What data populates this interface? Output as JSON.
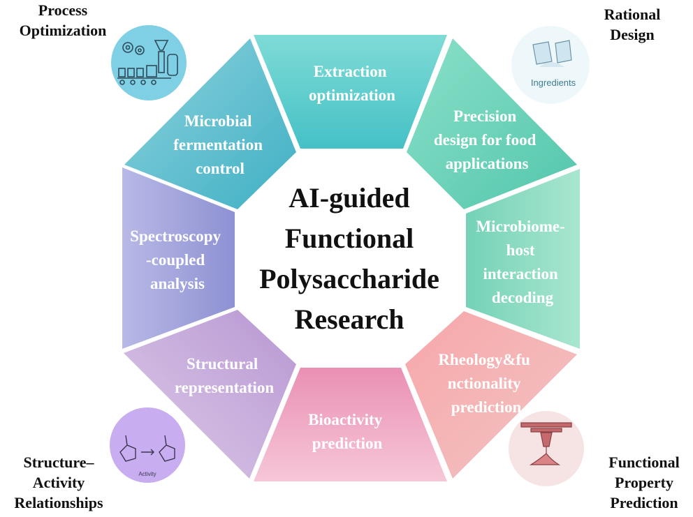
{
  "corners": {
    "top_left": [
      "Process",
      "Optimization"
    ],
    "top_right": [
      "Rational",
      "Design"
    ],
    "bottom_left": [
      "Structure–",
      "Activity",
      "Relationships"
    ],
    "bottom_right": [
      "Functional",
      "Property",
      "Prediction"
    ]
  },
  "center": [
    "AI-guided",
    "Functional",
    "Polysaccharide",
    "Research"
  ],
  "segments": {
    "top": [
      "Extraction",
      "optimization"
    ],
    "top_right": [
      "Precision",
      "design for food",
      "applications"
    ],
    "right": [
      "Microbiome-",
      "host",
      "interaction",
      "decoding"
    ],
    "bottom_right": [
      "Rheology&fu",
      "nctionality",
      "prediction"
    ],
    "bottom": [
      "Bioactivity",
      "prediction"
    ],
    "bottom_left": [
      "Structural",
      "representation"
    ],
    "left": [
      "Spectroscopy",
      "-coupled",
      "analysis"
    ],
    "top_left": [
      "Microbial",
      "fermentation",
      "control"
    ]
  },
  "icons": {
    "ingredients_label": "Ingredients",
    "activity_label": "Activity"
  },
  "colors": {
    "top": "#6fd3cf",
    "top_right": "#79d6bf",
    "right": "#8fdcc2",
    "bottom_right": "#f4a3a8",
    "bottom": "#eeaac4",
    "bottom_left": "#c9b0dc",
    "left": "#9fa4da",
    "top_left": "#67c2d1"
  }
}
